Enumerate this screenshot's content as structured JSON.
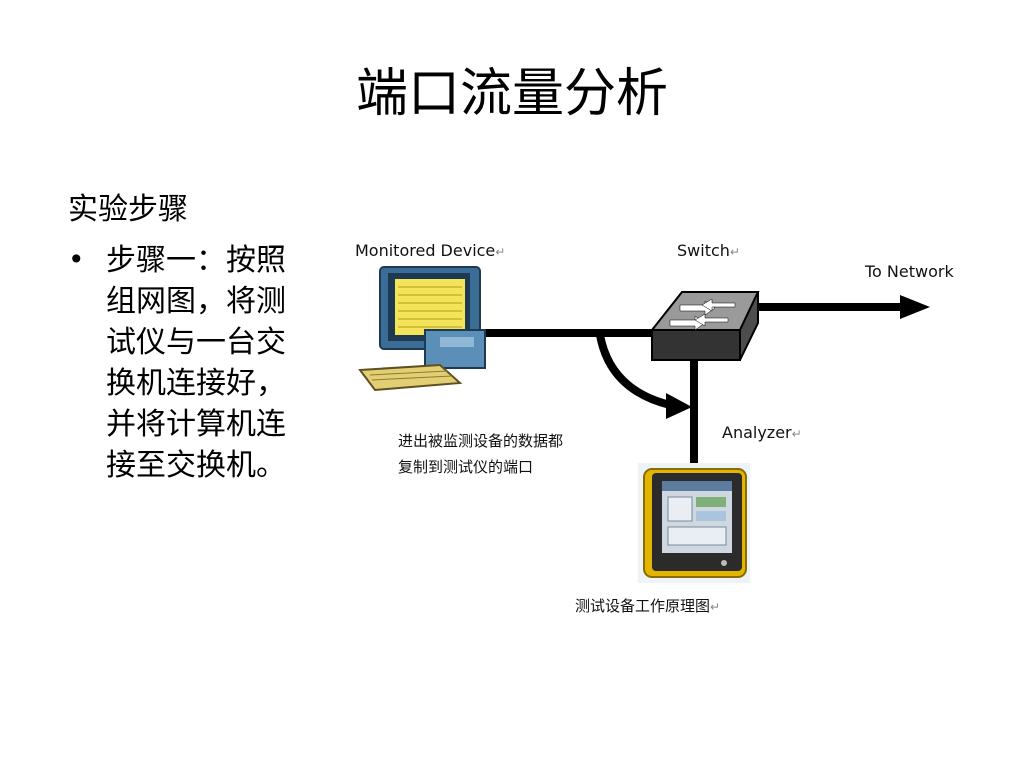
{
  "title": "端口流量分析",
  "subheading": "实验步骤",
  "bullet": {
    "marker": "•",
    "text": "步骤一：按照\n组网图，将测\n试仪与一台交\n换机连接好，\n并将计算机连\n接至交换机。"
  },
  "diagram": {
    "labels": {
      "monitored_device": "Monitored Device",
      "switch": "Switch",
      "to_network": "To Network",
      "analyzer": "Analyzer",
      "mirror_note": "进出被监测设备的数据都\n复制到测试仪的端口",
      "caption": "测试设备工作原理图"
    },
    "return_mark": "↵",
    "icons": [
      "computer-icon",
      "switch-icon",
      "analyzer-device-icon",
      "arrow-right-icon"
    ]
  }
}
